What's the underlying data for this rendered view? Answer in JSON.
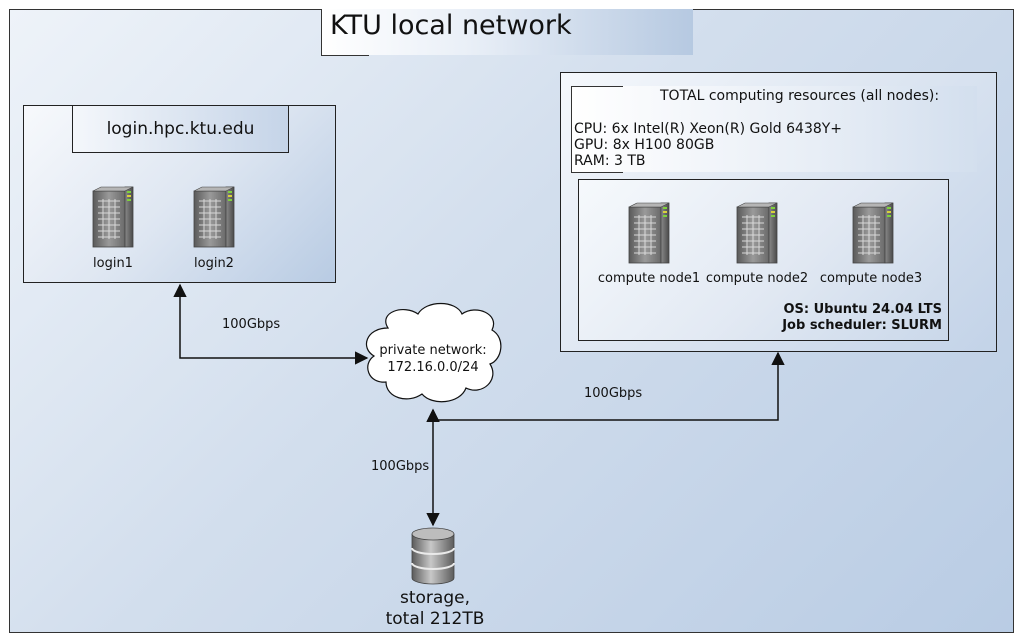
{
  "title": "KTU local network",
  "login_cluster": {
    "header": "login.hpc.ktu.edu",
    "nodes": [
      "login1",
      "login2"
    ]
  },
  "compute_cluster": {
    "resources_title": "TOTAL computing resources (all nodes):",
    "cpu": "CPU: 6x Intel(R) Xeon(R) Gold 6438Y+",
    "gpu": "GPU: 8x H100 80GB",
    "ram": "RAM: 3 TB",
    "nodes": [
      "compute node1",
      "compute node2",
      "compute node3"
    ],
    "os": "OS: Ubuntu 24.04 LTS",
    "scheduler": "Job scheduler: SLURM"
  },
  "network": {
    "line1": "private network:",
    "line2": "172.16.0.0/24"
  },
  "links": {
    "login": "100Gbps",
    "compute": "100Gbps",
    "storage": "100Gbps"
  },
  "storage": {
    "line1": "storage,",
    "line2": "total 212TB"
  },
  "icons": {
    "server": "server-icon",
    "database": "database-icon",
    "cloud": "cloud-icon"
  }
}
